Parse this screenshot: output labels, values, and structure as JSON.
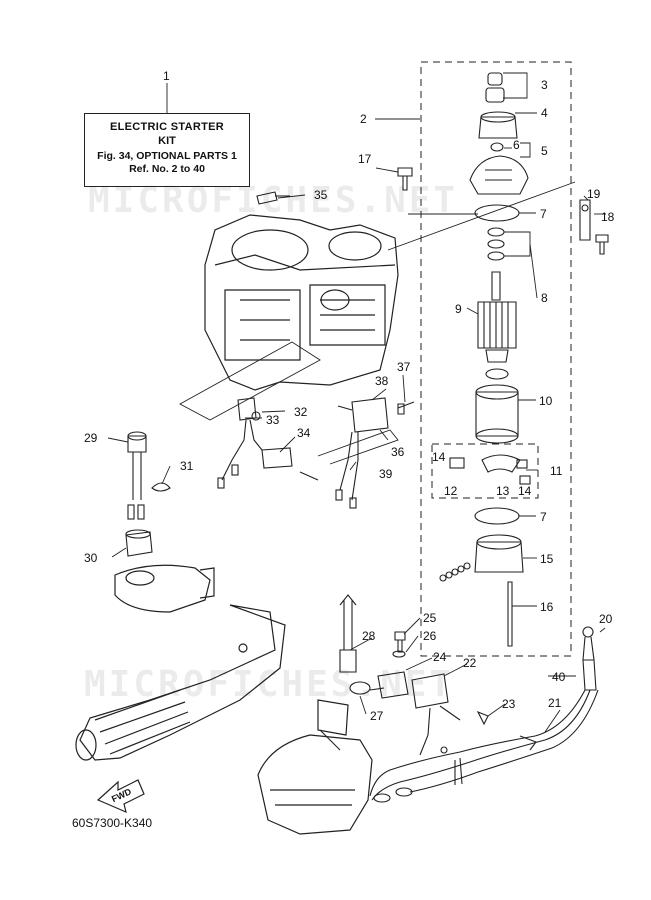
{
  "kit": {
    "line1": "ELECTRIC STARTER",
    "line2": "KIT",
    "line3": "Fig. 34, OPTIONAL PARTS 1",
    "line4": "Ref. No. 2 to 40"
  },
  "drawing_code": "60S7300-K340",
  "watermark": "MICROFICHES.NET",
  "forward_label": "FWD",
  "callouts": {
    "n1": "1",
    "n2": "2",
    "n3": "3",
    "n4": "4",
    "n5": "5",
    "n6": "6",
    "n7a": "7",
    "n7b": "7",
    "n8": "8",
    "n9": "9",
    "n10": "10",
    "n11": "11",
    "n12": "12",
    "n13": "13",
    "n14a": "14",
    "n14b": "14",
    "n15": "15",
    "n16": "16",
    "n17": "17",
    "n18": "18",
    "n19": "19",
    "n20": "20",
    "n21": "21",
    "n22": "22",
    "n23": "23",
    "n24": "24",
    "n25": "25",
    "n26": "26",
    "n27": "27",
    "n28": "28",
    "n29": "29",
    "n30": "30",
    "n31": "31",
    "n32": "32",
    "n33": "33",
    "n34": "34",
    "n35": "35",
    "n36": "36",
    "n37": "37",
    "n38": "38",
    "n39": "39",
    "n40": "40"
  }
}
